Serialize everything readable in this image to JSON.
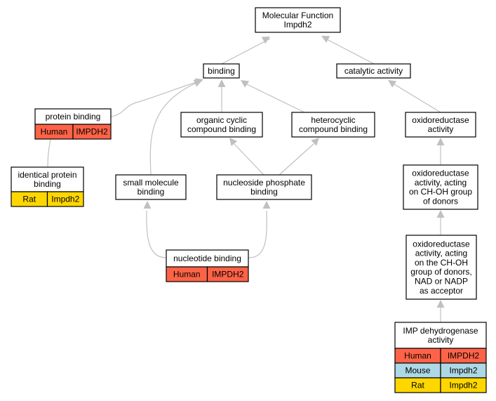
{
  "colors": {
    "human": "#ff6347",
    "mouse": "#add8e6",
    "rat": "#ffd700",
    "edge": "#c0c0c0",
    "border": "#000000"
  },
  "nodes": {
    "root": {
      "lines": [
        "Molecular Function",
        "Impdh2"
      ]
    },
    "binding": {
      "lines": [
        "binding"
      ]
    },
    "catalytic": {
      "lines": [
        "catalytic activity"
      ]
    },
    "protein_binding": {
      "lines": [
        "protein binding"
      ]
    },
    "organic_cyclic": {
      "lines": [
        "organic cyclic",
        "compound binding"
      ]
    },
    "heterocyclic": {
      "lines": [
        "heterocyclic",
        "compound binding"
      ]
    },
    "oxidoreductase": {
      "lines": [
        "oxidoreductase",
        "activity"
      ]
    },
    "identical_protein": {
      "lines": [
        "identical protein",
        "binding"
      ]
    },
    "small_molecule": {
      "lines": [
        "small molecule",
        "binding"
      ]
    },
    "nucleoside_phosphate": {
      "lines": [
        "nucleoside phosphate",
        "binding"
      ]
    },
    "oxido_chOH": {
      "lines": [
        "oxidoreductase",
        "activity, acting",
        "on CH-OH group",
        "of donors"
      ]
    },
    "nucleotide": {
      "lines": [
        "nucleotide binding"
      ]
    },
    "oxido_nad": {
      "lines": [
        "oxidoreductase",
        "activity, acting",
        "on the CH-OH",
        "group of donors,",
        "NAD or NADP",
        "as acceptor"
      ]
    },
    "imp_dh": {
      "lines": [
        "IMP dehydrogenase",
        "activity"
      ]
    }
  },
  "annotations": {
    "protein_binding": [
      {
        "species": "Human",
        "gene": "IMPDH2"
      }
    ],
    "identical_protein": [
      {
        "species": "Rat",
        "gene": "Impdh2"
      }
    ],
    "nucleotide": [
      {
        "species": "Human",
        "gene": "IMPDH2"
      }
    ],
    "imp_dh": [
      {
        "species": "Human",
        "gene": "IMPDH2"
      },
      {
        "species": "Mouse",
        "gene": "Impdh2"
      },
      {
        "species": "Rat",
        "gene": "Impdh2"
      }
    ]
  }
}
